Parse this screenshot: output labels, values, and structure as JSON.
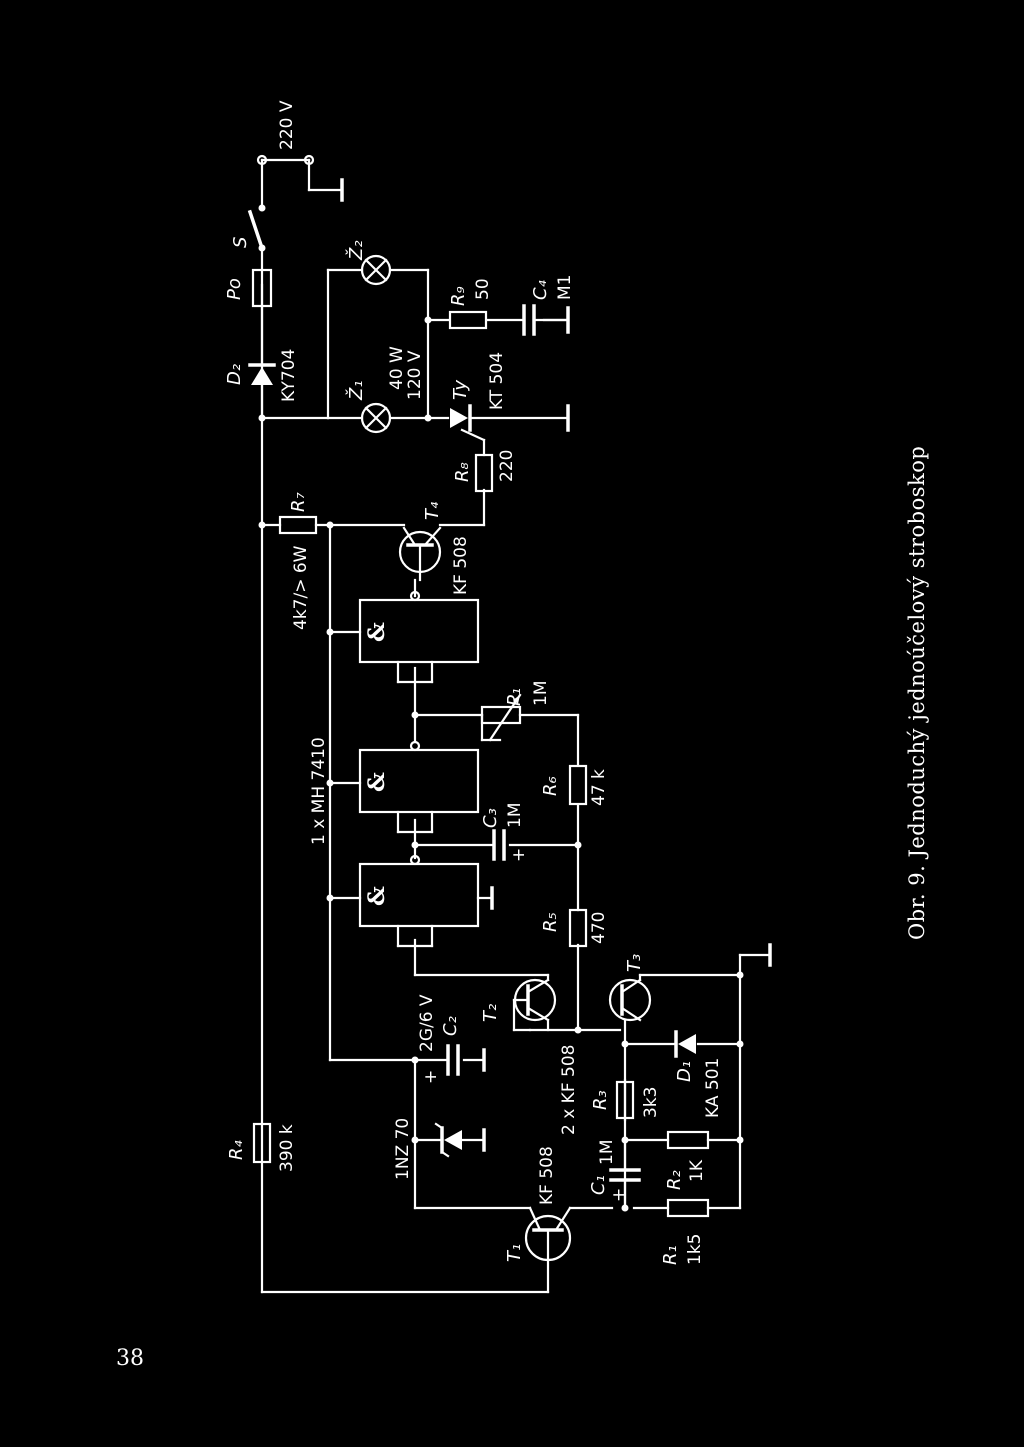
{
  "figure": {
    "caption": "Obr. 9. Jednoduchý jednoúčelový stroboskop",
    "page_number": "38"
  },
  "components": {
    "supply": "220 V",
    "S": "S",
    "Po": "Po",
    "D2": "D₂",
    "D2_type": "KY704",
    "Z1": "Ž₁",
    "Z1_spec1": "40 W",
    "Z1_spec2": "120 V",
    "Z2": "Ž₂",
    "R9": "R₉",
    "R9_val": "50",
    "C4": "C₄",
    "C4_val": "M1",
    "Ty": "Ty",
    "Ty_type": "KT 504",
    "R8": "R₈",
    "R8_val": "220",
    "R7": "R₇",
    "R7_val": "4k7/> 6W",
    "T4": "T₄",
    "T4_type": "KF 508",
    "ic": "1 x MH 7410",
    "gate": "&",
    "P1": "P₁",
    "P1_val": "1M",
    "R6": "R₆",
    "R6_val": "47 k",
    "C3": "C₃",
    "C3_val": "1M",
    "R5": "R₅",
    "R5_val": "470",
    "T2": "T₂",
    "T3": "T₃",
    "T23_type": "2 x KF 508",
    "C2": "C₂",
    "C2_val": "2G/6 V",
    "D3_type": "1NZ 70",
    "R4": "R₄",
    "R4_val": "390 k",
    "T1": "T₁",
    "T1_type": "KF 508",
    "C1": "C₁",
    "C1_val": "1M",
    "R3": "R₃",
    "R3_val": "3k3",
    "R2": "R₂",
    "R2_val": "1K",
    "R1": "R₁",
    "R1_val": "1k5",
    "D1": "D₁",
    "D1_type": "KA 501",
    "plus": "+"
  }
}
